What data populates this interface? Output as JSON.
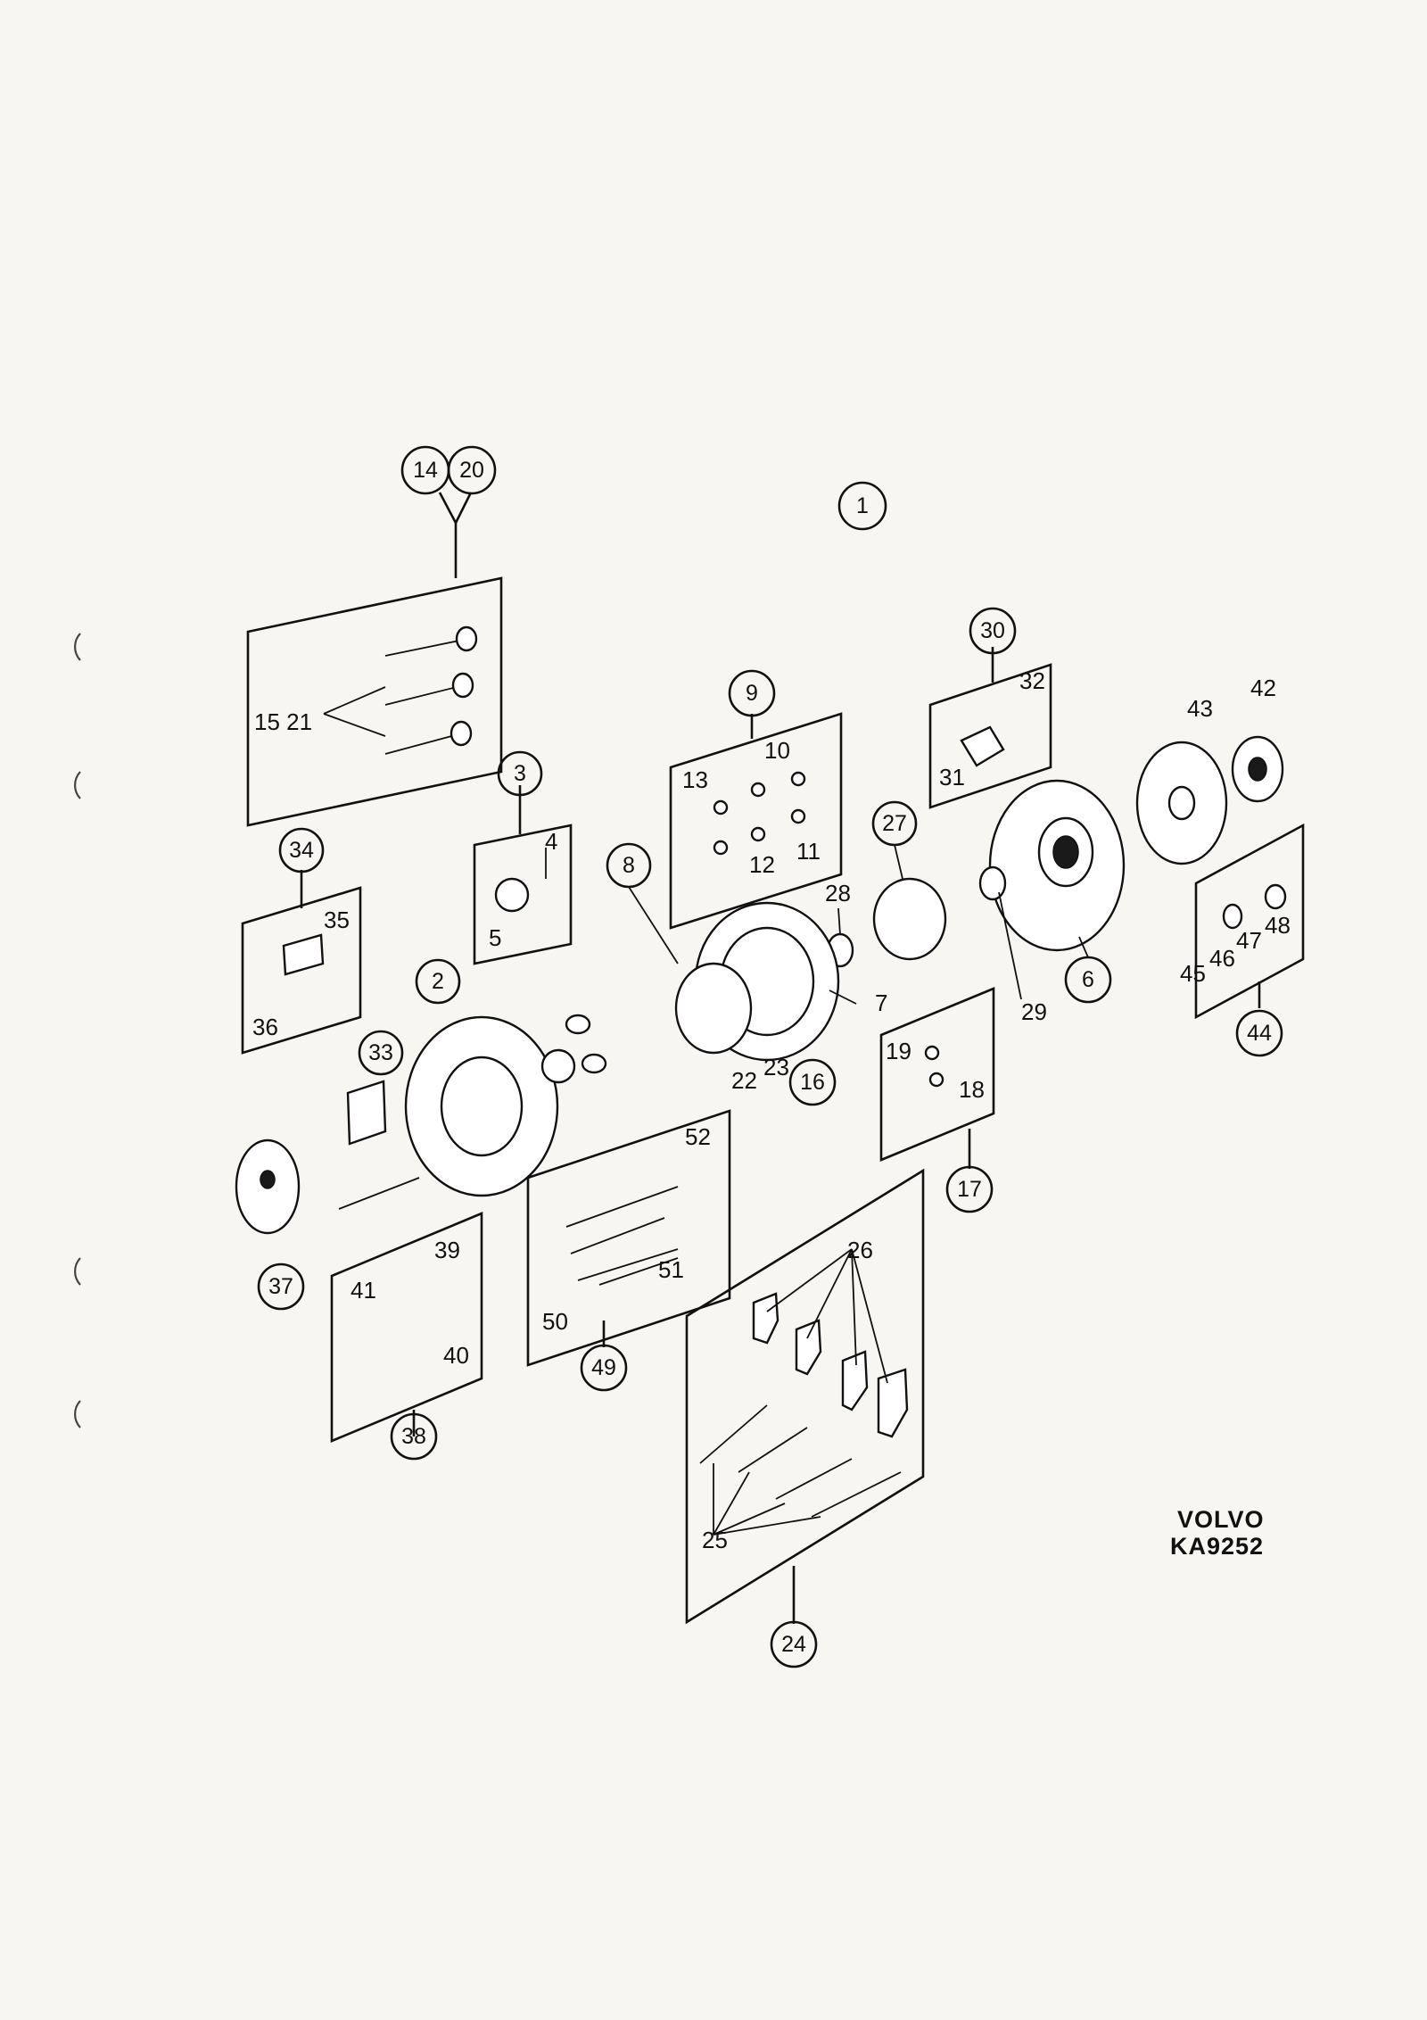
{
  "callouts": {
    "c1": "1",
    "c2": "2",
    "c3": "3",
    "c6": "6",
    "c8": "8",
    "c9": "9",
    "c14": "14",
    "c16": "16",
    "c17": "17",
    "c20": "20",
    "c24": "24",
    "c27": "27",
    "c30": "30",
    "c33": "33",
    "c34": "34",
    "c37": "37",
    "c38": "38",
    "c44": "44",
    "c49": "49"
  },
  "labels": {
    "l4": "4",
    "l5": "5",
    "l7": "7",
    "l10": "10",
    "l11": "11",
    "l12": "12",
    "l13": "13",
    "l15_21": "15 21",
    "l18": "18",
    "l19": "19",
    "l22": "22",
    "l23": "23",
    "l25": "25",
    "l26": "26",
    "l28": "28",
    "l29": "29",
    "l31": "31",
    "l32": "32",
    "l35": "35",
    "l36": "36",
    "l39": "39",
    "l40": "40",
    "l41": "41",
    "l42": "42",
    "l43": "43",
    "l45": "45",
    "l46": "46",
    "l47": "47",
    "l48": "48",
    "l50": "50",
    "l51": "51",
    "l52": "52"
  },
  "brand": {
    "name": "VOLVO",
    "code": "KA9252"
  }
}
